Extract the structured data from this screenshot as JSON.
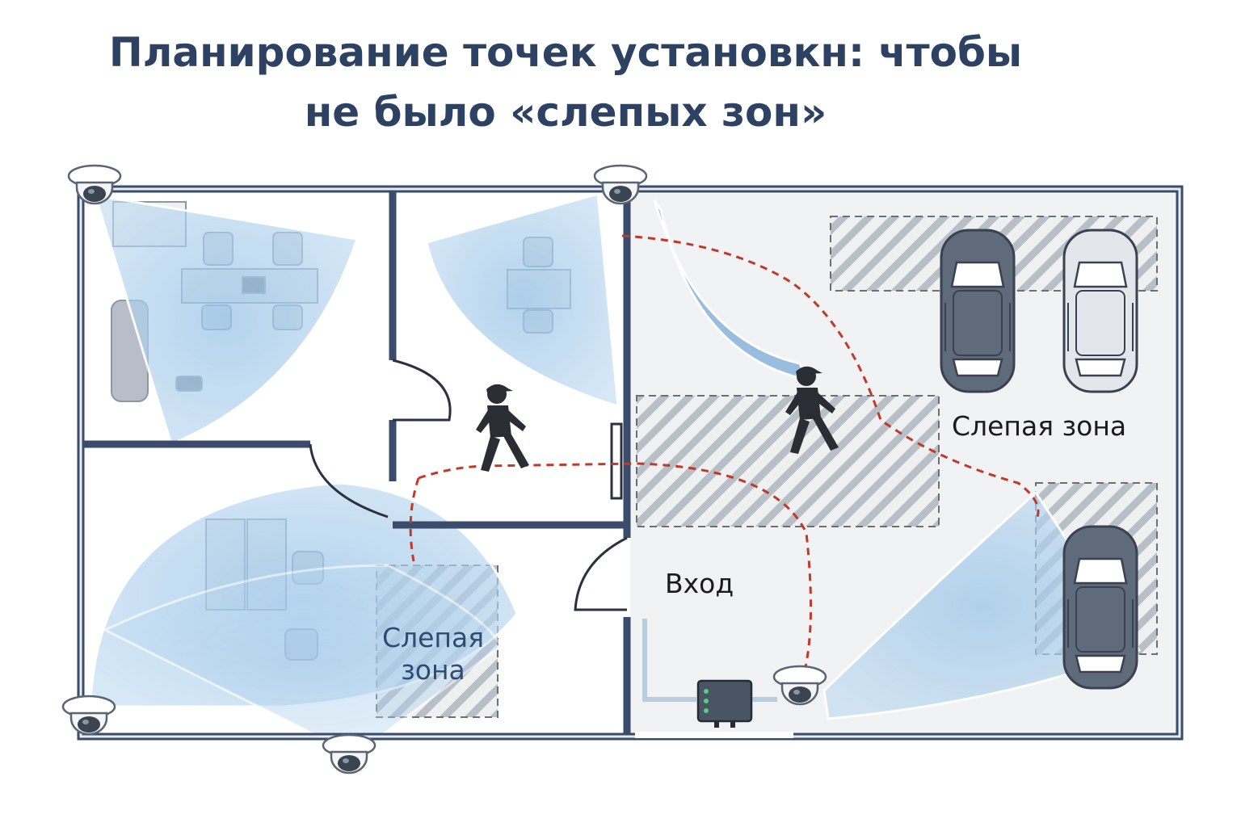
{
  "title": {
    "line1": "Планирование точек установкн: чтобы",
    "line2": "не было «слепых зон»"
  },
  "labels": {
    "blind_zone_garage": "Слепая зона",
    "entrance": "Вход",
    "blind_zone_room_line1": "Слепая",
    "blind_zone_room_line2": "зона"
  },
  "colors": {
    "wall": "#3a4b6b",
    "title": "#2d4163",
    "coverage": "#a9cdeb",
    "route": "#c0392b",
    "car_dark": "#5f6a7a",
    "car_light": "#e3e6ea"
  },
  "icons": [
    "dome-camera-icon",
    "walking-person-icon",
    "car-icon",
    "dvr-recorder-icon",
    "door-icon"
  ]
}
